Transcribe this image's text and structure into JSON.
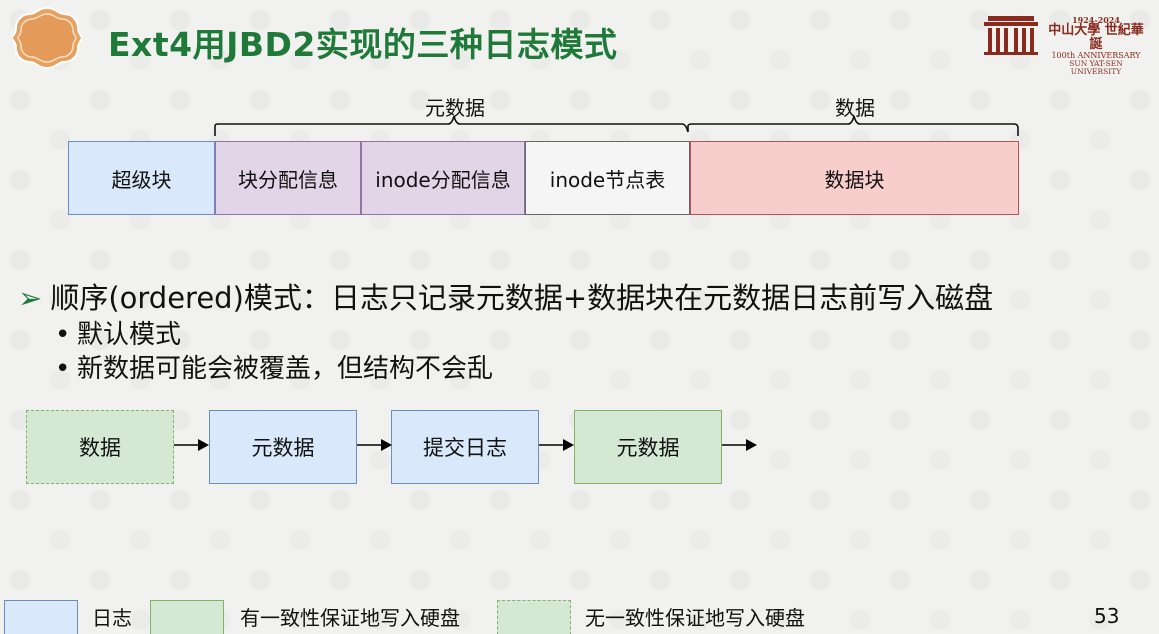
{
  "slide": {
    "title": "Ext4用JBD2实现的三种日志模式",
    "page_number": "53"
  },
  "university": {
    "years": "1924-2024",
    "name_cn": "中山大學 世紀華誕",
    "anniversary": "100th ANNIVERSARY",
    "name_en": "SUN YAT-SEN UNIVERSITY"
  },
  "layout_diagram": {
    "metadata_brace_label": "元数据",
    "data_brace_label": "数据",
    "blocks": [
      {
        "label": "超级块",
        "fill": "#dae8fc",
        "stroke": "#6c8ebf"
      },
      {
        "label": "块分配信息",
        "fill": "#e1d5e7",
        "stroke": "#9673a6"
      },
      {
        "label": "inode分配信息",
        "fill": "#e1d5e7",
        "stroke": "#9673a6"
      },
      {
        "label": "inode节点表",
        "fill": "#f5f5f5",
        "stroke": "#666666"
      },
      {
        "label": "数据块",
        "fill": "#f8cecc",
        "stroke": "#b85450"
      }
    ]
  },
  "content": {
    "main_bullet": "顺序(ordered)模式：日志只记录元数据+数据块在元数据日志前写入磁盘",
    "sub_bullets": [
      "默认模式",
      "新数据可能会被覆盖，但结构不会乱"
    ]
  },
  "flow": {
    "steps": [
      {
        "label": "数据",
        "style": "green-dashed"
      },
      {
        "label": "元数据",
        "style": "blue"
      },
      {
        "label": "提交日志",
        "style": "blue"
      },
      {
        "label": "元数据",
        "style": "green"
      }
    ]
  },
  "legend": {
    "items": [
      {
        "label": "日志",
        "style": "blue"
      },
      {
        "label": "有一致性保证地写入硬盘",
        "style": "green"
      },
      {
        "label": "无一致性保证地写入硬盘",
        "style": "green-dashed"
      }
    ]
  },
  "colors": {
    "title_green": "#1f7a3a",
    "blue_fill": "#dae8fc",
    "blue_stroke": "#6c8ebf",
    "green_fill": "#d5e8d4",
    "green_stroke": "#82b366",
    "badge_orange": "#e8a060"
  }
}
